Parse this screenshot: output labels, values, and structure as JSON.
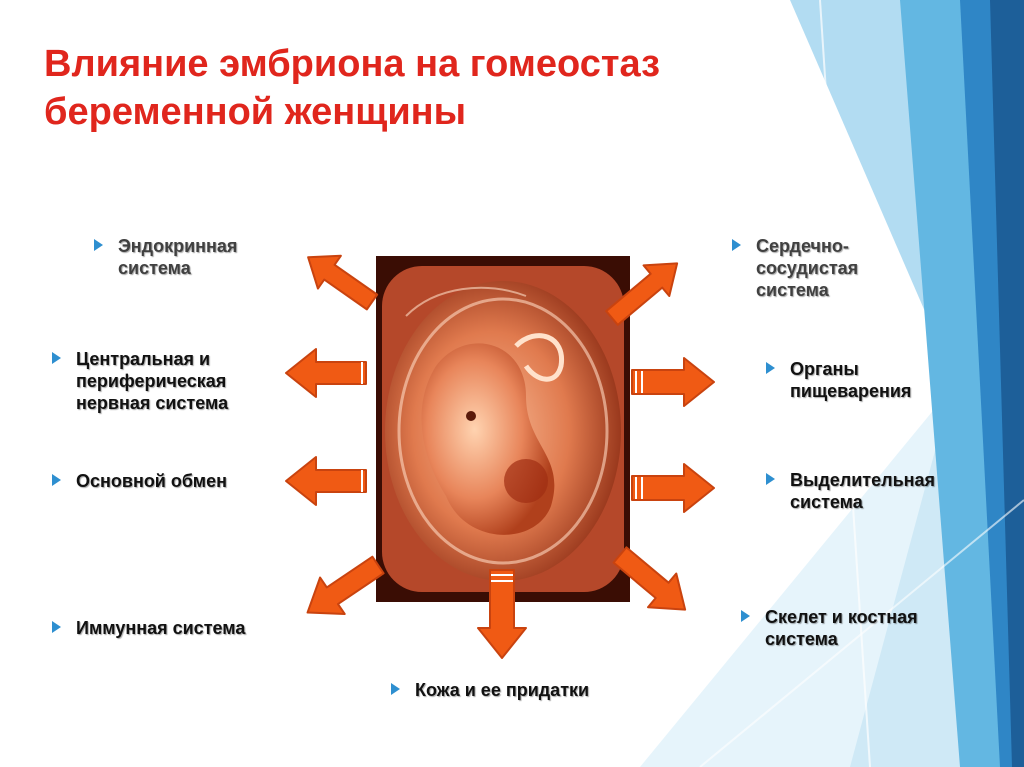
{
  "slide": {
    "title_lines": [
      "Влияние эмбриона на гомеостаз",
      "беременной женщины"
    ]
  },
  "left_items": [
    {
      "lines": [
        "Эндокринная",
        "система"
      ]
    },
    {
      "lines": [
        "Центральная и",
        "периферическая",
        "нервная система"
      ]
    },
    {
      "lines": [
        "Основной обмен"
      ]
    },
    {
      "lines": [
        "Иммунная система"
      ]
    }
  ],
  "right_items": [
    {
      "lines": [
        "Сердечно-",
        "сосудистая",
        "система"
      ]
    },
    {
      "lines": [
        "Органы",
        "пищеварения"
      ]
    },
    {
      "lines": [
        "Выделительная",
        "система"
      ]
    },
    {
      "lines": [
        "Скелет и костная",
        "система"
      ]
    }
  ],
  "bottom_item": {
    "lines": [
      "Кожа и ее придатки"
    ]
  },
  "colors": {
    "title": "#e0261d",
    "arrow_fill": "#f05a14",
    "arrow_stroke": "#c9430f",
    "bullet": "#2e8fd0",
    "accent_blue": "#2f86c6"
  }
}
